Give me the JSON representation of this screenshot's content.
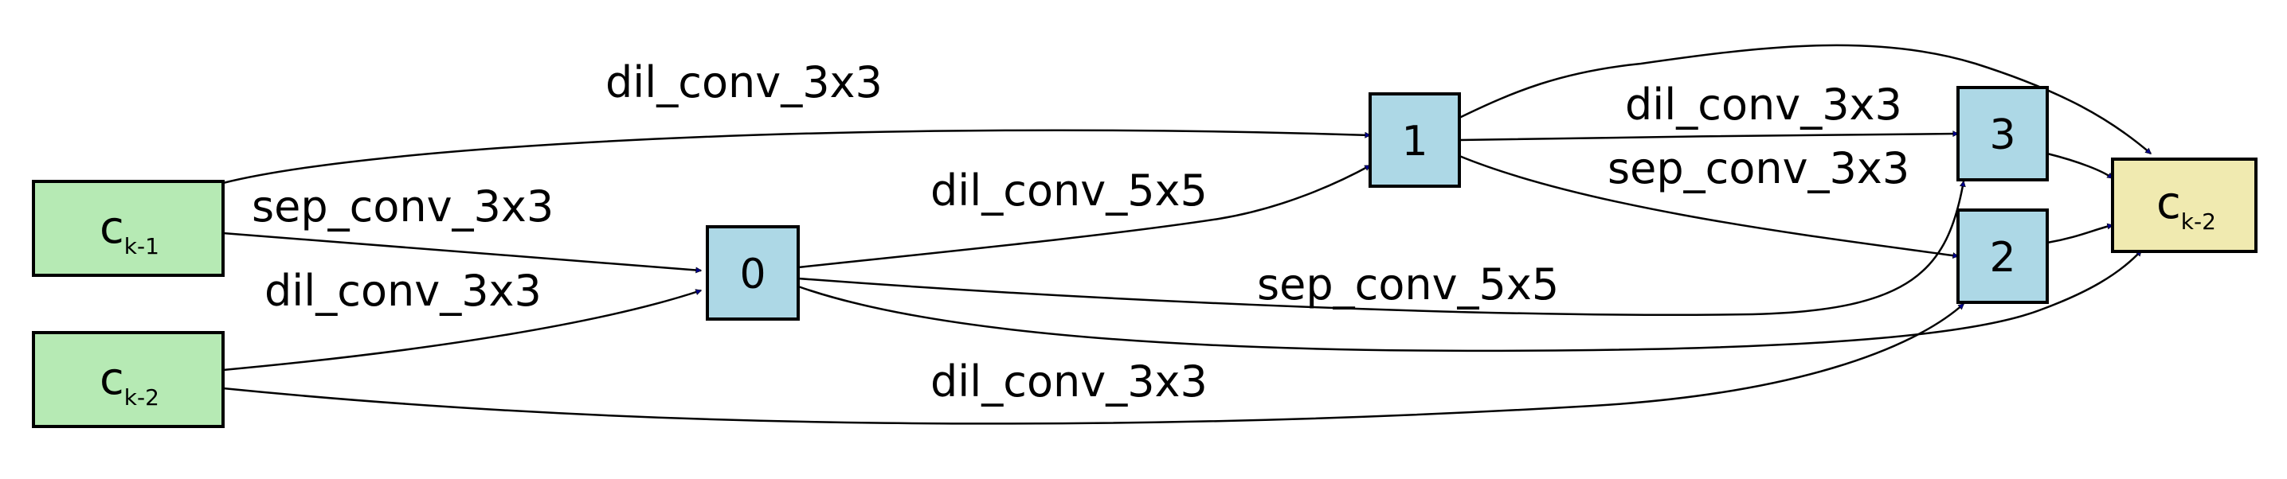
{
  "colors": {
    "input_fill": "#b6eab4",
    "intermediate_fill": "#add8e6",
    "output_fill": "#f0eab0",
    "edge": "#000000",
    "arrowhead": "#00008b"
  },
  "nodes": {
    "ck1": {
      "label": "c",
      "sub": "k-1"
    },
    "ck2": {
      "label": "c",
      "sub": "k-2"
    },
    "n0": {
      "label": "0"
    },
    "n1": {
      "label": "1"
    },
    "n2": {
      "label": "2"
    },
    "n3": {
      "label": "3"
    },
    "out": {
      "label": "c",
      "sub": "k-2"
    }
  },
  "edges": [
    {
      "from": "c_{k-1}",
      "to": "1",
      "label": "dil_conv_3x3"
    },
    {
      "from": "c_{k-1}",
      "to": "0",
      "label": "sep_conv_3x3"
    },
    {
      "from": "c_{k-2}",
      "to": "0",
      "label": "dil_conv_3x3"
    },
    {
      "from": "0",
      "to": "1",
      "label": "dil_conv_5x5"
    },
    {
      "from": "1",
      "to": "3",
      "label": "dil_conv_3x3"
    },
    {
      "from": "1",
      "to": "2",
      "label": "sep_conv_3x3"
    },
    {
      "from": "0",
      "to": "3",
      "label": "sep_conv_5x5"
    },
    {
      "from": "c_{k-2}",
      "to": "2",
      "label": "dil_conv_3x3"
    },
    {
      "from": "1",
      "to": "c_{k-2}",
      "label": ""
    },
    {
      "from": "3",
      "to": "c_{k-2}",
      "label": ""
    },
    {
      "from": "2",
      "to": "c_{k-2}",
      "label": ""
    },
    {
      "from": "0",
      "to": "c_{k-2}",
      "label": ""
    }
  ]
}
